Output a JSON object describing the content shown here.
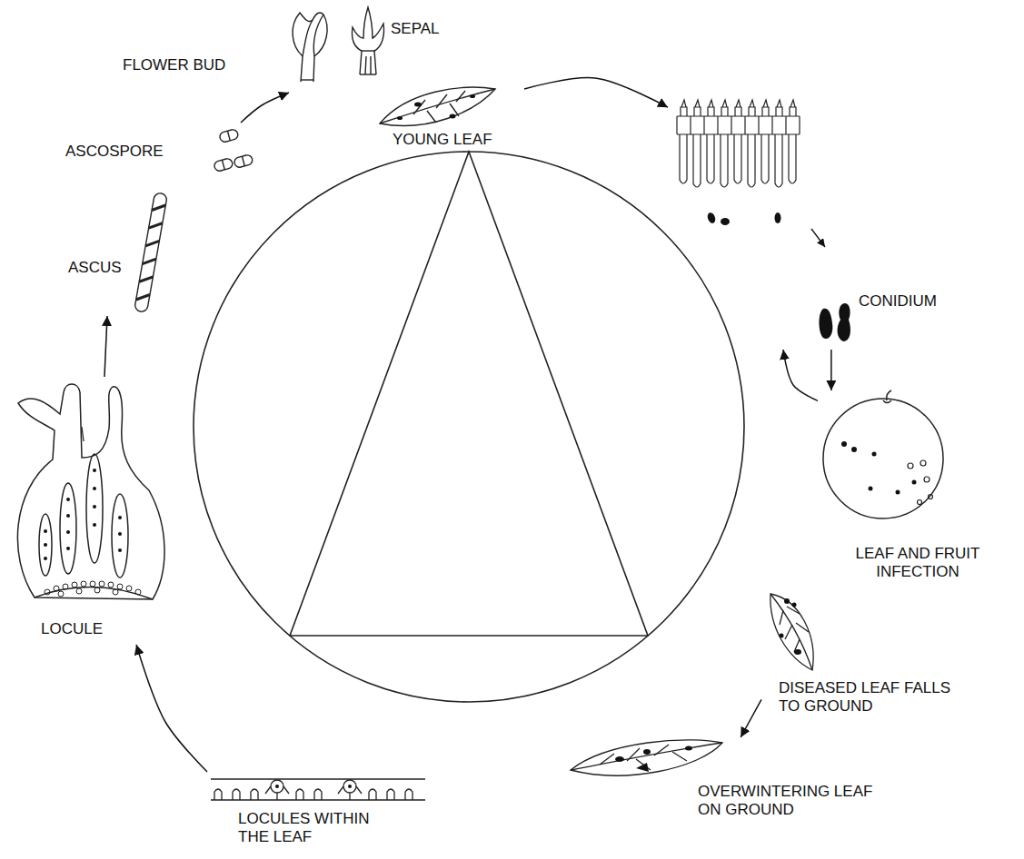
{
  "diagram": {
    "nodes": [
      {
        "text": [
          "FLOWER BUD"
        ]
      },
      {
        "text": [
          "SEPAL"
        ]
      },
      {
        "text": [
          "YOUNG LEAF"
        ]
      },
      {
        "text": [
          "CONIDIUM"
        ]
      },
      {
        "text": [
          "LEAF AND FRUIT INFECTION"
        ]
      },
      {
        "text": [
          "DISEASED LEAF FALLS TO GROUND"
        ]
      },
      {
        "text": [
          "OVERWINTERING LEAF ON GROUND"
        ]
      },
      {
        "text": [
          "LOCULES WITHIN THE LEAF"
        ]
      },
      {
        "text": [
          "LOCULE"
        ]
      },
      {
        "text": [
          "ASCUS"
        ]
      },
      {
        "text": [
          "ASCOSPORE"
        ]
      }
    ],
    "edges": [
      {
        "from": 2,
        "to": 3,
        "arrow": "to"
      },
      {
        "from": 3,
        "to": 4,
        "arrow": "to"
      },
      {
        "from": 4,
        "to": 3,
        "arrow": "to"
      },
      {
        "from": 5,
        "to": 6,
        "arrow": "to"
      },
      {
        "from": 7,
        "to": 8,
        "arrow": "to"
      },
      {
        "from": 8,
        "to": 9,
        "arrow": "to"
      },
      {
        "from": 10,
        "to": 0,
        "arrow": "to"
      }
    ]
  }
}
